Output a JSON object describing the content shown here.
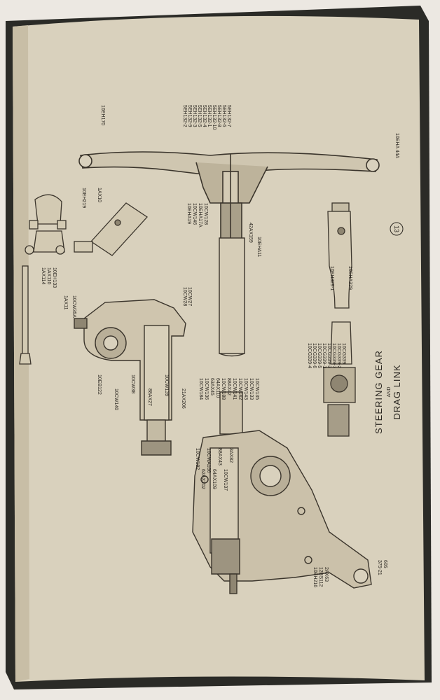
{
  "page_number": "13",
  "drawing_ref": "10EHA 44A",
  "footer_ref": {
    "line1": "605",
    "line2": "375-21"
  },
  "title": {
    "main": "STEERING GEAR",
    "and": "AND",
    "sub": "DRAG LINK"
  },
  "labels": {
    "wheel_spider": "10EH170",
    "wheel_parts": [
      "5EH132-2",
      "5EH132-9",
      "5EH132-3",
      "5EH132-5",
      "5EH132-4",
      "5EH132-1",
      "5EH132-10",
      "5EH132-8",
      "5EH132-6",
      "5EH132-7"
    ],
    "column_left": [
      "10EHA19",
      "10CW146",
      "10EHA17A",
      "10CW128"
    ],
    "column_right": [
      "42AX159",
      "10EHA11"
    ],
    "bracket": [
      "10EH219",
      "1AX10"
    ],
    "clip": [
      "1AX114",
      "1AX110",
      "10EH133"
    ],
    "drop_arm_top": [
      "1AX11",
      "10CW35A"
    ],
    "box_top": [
      "10CW28",
      "10CW27"
    ],
    "box_side": [
      "10EB122",
      "10CW140",
      "10CW38",
      "88AX27",
      "10CW139",
      "21AX206"
    ],
    "lever": [
      "10EH329-1",
      "10EHA329"
    ],
    "ball_joint": [
      "10CG339-4",
      "10CG339-6",
      "10CG339-5",
      "10CG339-1",
      "10CG339-3",
      "10CG339-7",
      "10CG339-2",
      "10CG339"
    ],
    "gear_upper": [
      "10CW184",
      "10CW136",
      "63AX45",
      "64AX110",
      "10CW188",
      "88AX42",
      "10CW141",
      "10CW142",
      "10CW143",
      "10CW133",
      "10CW135"
    ],
    "gear_lower": [
      "10CW182",
      "62AX202",
      "10CWA166",
      "64AX109",
      "88AX43",
      "10CW137",
      "3AX82"
    ],
    "arm_end": [
      "10EH216",
      "12BS112",
      "2AX63"
    ]
  }
}
